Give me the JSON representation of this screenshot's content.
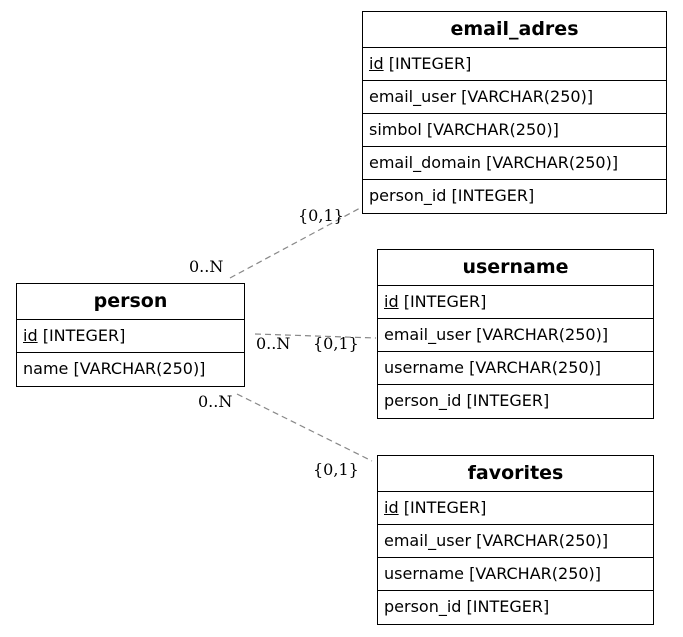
{
  "entities": {
    "person": {
      "title": "person",
      "pk": "id",
      "pk_type": "[INTEGER]",
      "fields": [
        "name [VARCHAR(250)]"
      ]
    },
    "email_adres": {
      "title": "email_adres",
      "pk": "id",
      "pk_type": "[INTEGER]",
      "fields": [
        "email_user [VARCHAR(250)]",
        "simbol [VARCHAR(250)]",
        "email_domain [VARCHAR(250)]",
        "person_id [INTEGER]"
      ]
    },
    "username": {
      "title": "username",
      "pk": "id",
      "pk_type": "[INTEGER]",
      "fields": [
        "email_user [VARCHAR(250)]",
        "username [VARCHAR(250)]",
        "person_id [INTEGER]"
      ]
    },
    "favorites": {
      "title": "favorites",
      "pk": "id",
      "pk_type": "[INTEGER]",
      "fields": [
        "email_user [VARCHAR(250)]",
        "username [VARCHAR(250)]",
        "person_id [INTEGER]"
      ]
    }
  },
  "relations": [
    {
      "from": "person",
      "to": "email_adres",
      "from_card": "0..N",
      "to_card": "{0,1}"
    },
    {
      "from": "person",
      "to": "username",
      "from_card": "0..N",
      "to_card": "{0,1}"
    },
    {
      "from": "person",
      "to": "favorites",
      "from_card": "0..N",
      "to_card": "{0,1}"
    }
  ],
  "colors": {
    "line": "#888888",
    "border": "#000000",
    "text": "#000000"
  }
}
